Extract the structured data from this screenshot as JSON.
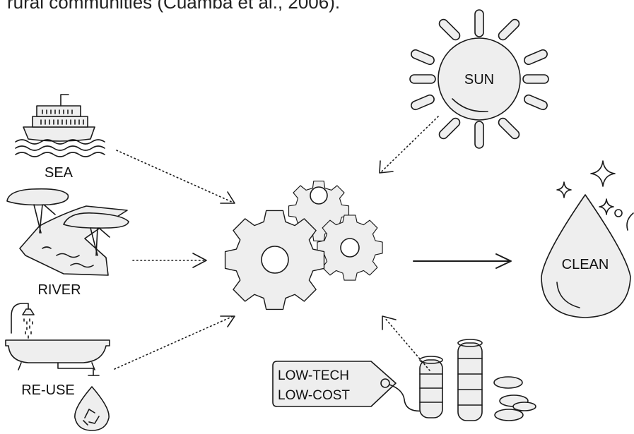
{
  "caption": {
    "text": "rural communities (Cuamba et al., 2006)."
  },
  "sources": {
    "sea_label": "SEA",
    "river_label": "RIVER",
    "reuse_label": "RE-USE"
  },
  "energy": {
    "sun_label": "SUN"
  },
  "cost": {
    "tag_line1": "LOW-TECH",
    "tag_line2": "LOW-COST"
  },
  "output": {
    "clean_label": "CLEAN"
  },
  "colors": {
    "outline": "#1a1a1a",
    "fill": "#eeeeee"
  },
  "icons": [
    "ship-icon",
    "waves-icon",
    "trees-icon",
    "river-icon",
    "shower-icon",
    "bathtub-icon",
    "recycle-drop-icon",
    "sun-icon",
    "gears-icon",
    "water-drop-icon",
    "sparkle-icon",
    "price-tag-icon",
    "coin-stack-icon"
  ]
}
